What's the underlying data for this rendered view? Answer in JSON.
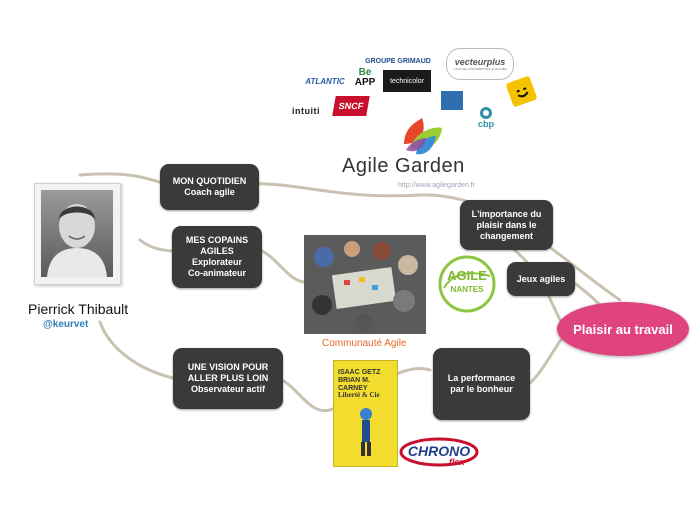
{
  "central": {
    "label": "Plaisir au travail"
  },
  "person": {
    "name": "Pierrick Thibault",
    "handle": "@keurvet"
  },
  "left_nodes": [
    {
      "title": "MON QUOTIDIEN",
      "sub": "Coach agile"
    },
    {
      "title": "MES COPAINS AGILES",
      "sub1": "Explorateur",
      "sub2": "Co-animateur"
    },
    {
      "title": "UNE VISION POUR ALLER PLUS LOIN",
      "sub": "Observateur actif"
    }
  ],
  "right_nodes": [
    {
      "label": "L'importance du plaisir dans le changement"
    },
    {
      "label": "Jeux agiles"
    },
    {
      "label": "La performance par le bonheur"
    }
  ],
  "agile_garden": {
    "title": "Agile Garden",
    "url": "http://www.agilegarden.fr"
  },
  "community": {
    "caption": "Communauté Agile"
  },
  "logos": {
    "groupe_grimaud": "GROUPE GRIMAUD",
    "vecteurplus": "vecteurplus",
    "vecteurplus_tagline": "L'ART DE L'INFORMATION QUALIFIÉE",
    "atlantic": "ATLANTIC",
    "beapp_1": "Be",
    "beapp_2": "APP",
    "technicolor": "technicolor",
    "intuiti": "intuiti",
    "sncf": "SNCF",
    "cbp": "cbp",
    "agile_nantes_1": "AGILE",
    "agile_nantes_2": "NANTES",
    "chrono": "CHRONO",
    "chrono_sub": "flex"
  },
  "book": {
    "authors": "ISAAC GETZ BRIAN M. CARNEY",
    "title": "Liberté & Cie"
  },
  "colors": {
    "central": "#e0447f",
    "node": "#3a3a3a",
    "line": "#c9c2b0",
    "caption": "#e56a2a",
    "handle": "#2e7fb6"
  }
}
